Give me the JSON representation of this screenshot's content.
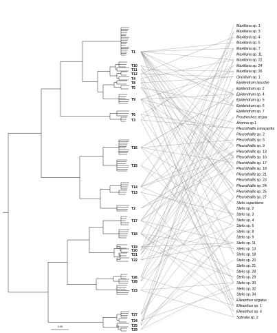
{
  "tree": {
    "node_labels": [
      "T1",
      "T10",
      "T11",
      "T12",
      "T4",
      "T8",
      "T5",
      "T9",
      "T6",
      "T3",
      "T16",
      "T15",
      "T14",
      "T13",
      "T2",
      "T17",
      "T18",
      "T19",
      "T20",
      "T21",
      "T22",
      "T26",
      "T28",
      "T23",
      "T27",
      "T24",
      "T25",
      "T29"
    ],
    "scale_label": "0.05"
  },
  "species": [
    {
      "genus": "Maxillaria",
      "epithet": "sp. 1"
    },
    {
      "genus": "Maxillaria",
      "epithet": "sp. 3"
    },
    {
      "genus": "Maxillaria",
      "epithet": "sp. 4"
    },
    {
      "genus": "Maxillaria",
      "epithet": "sp. 5"
    },
    {
      "genus": "Maxillaria",
      "epithet": "sp. 7"
    },
    {
      "genus": "Maxillaria",
      "epithet": "sp. 11"
    },
    {
      "genus": "Maxillaria",
      "epithet": "sp. 22"
    },
    {
      "genus": "Maxillaria",
      "epithet": "sp. 24"
    },
    {
      "genus": "Maxillaria",
      "epithet": "sp. 26"
    },
    {
      "genus": "Oncidium",
      "epithet": "sp. 1"
    },
    {
      "genus": "Epidendrum lacustre",
      "epithet": ""
    },
    {
      "genus": "Epidendrum",
      "epithet": "sp. 2"
    },
    {
      "genus": "Epidendrum",
      "epithet": "sp. 4"
    },
    {
      "genus": "Epidendrum",
      "epithet": "sp. 5"
    },
    {
      "genus": "Epidendrum",
      "epithet": "sp. 6"
    },
    {
      "genus": "Epidendrum",
      "epithet": "sp. 7"
    },
    {
      "genus": "Prosthechea vespa",
      "epithet": ""
    },
    {
      "genus": "Arionna",
      "epithet": "sp.1"
    },
    {
      "genus": "Pleurothallis conacardia",
      "epithet": ""
    },
    {
      "genus": "Pleurothallis",
      "epithet": "sp. 2"
    },
    {
      "genus": "Pleurothallis",
      "epithet": "sp. 5"
    },
    {
      "genus": "Pleurothallis",
      "epithet": "sp. 9"
    },
    {
      "genus": "Pleurothallis",
      "epithet": "sp. 13"
    },
    {
      "genus": "Pleurothallis",
      "epithet": "sp. 16"
    },
    {
      "genus": "Pleurothallis",
      "epithet": "sp. 17"
    },
    {
      "genus": "Pleurothallis",
      "epithet": "sp. 18"
    },
    {
      "genus": "Pleurothallis",
      "epithet": "sp. 21"
    },
    {
      "genus": "Pleurothallis",
      "epithet": "sp. 23"
    },
    {
      "genus": "Pleurothallis",
      "epithet": "sp. 24"
    },
    {
      "genus": "Pleurothallis",
      "epithet": "sp. 25"
    },
    {
      "genus": "Pleurothallis",
      "epithet": "sp. 27"
    },
    {
      "genus": "Stelis superbiens",
      "epithet": ""
    },
    {
      "genus": "Stelis",
      "epithet": "sp. 2"
    },
    {
      "genus": "Stelis",
      "epithet": "sp. 3"
    },
    {
      "genus": "Stelis",
      "epithet": "sp. 4"
    },
    {
      "genus": "Stelis",
      "epithet": "sp. 6"
    },
    {
      "genus": "Stelis",
      "epithet": "sp. 8"
    },
    {
      "genus": "Stelis",
      "epithet": "sp. 9"
    },
    {
      "genus": "Stelis",
      "epithet": "sp. 11"
    },
    {
      "genus": "Stelis",
      "epithet": "sp. 13"
    },
    {
      "genus": "Stelis",
      "epithet": "sp. 18"
    },
    {
      "genus": "Stelis",
      "epithet": "sp. 20"
    },
    {
      "genus": "Stelis",
      "epithet": "sp. 21"
    },
    {
      "genus": "Stelis",
      "epithet": "sp. 28"
    },
    {
      "genus": "Stelis",
      "epithet": "sp. 29"
    },
    {
      "genus": "Stelis",
      "epithet": "sp. 30"
    },
    {
      "genus": "Stelis",
      "epithet": "sp. 32"
    },
    {
      "genus": "Stelis",
      "epithet": "sp. 34"
    },
    {
      "genus": "Elleanthus virgatus",
      "epithet": ""
    },
    {
      "genus": "Elleanthus",
      "epithet": "sp. 1"
    },
    {
      "genus": "Elleanthus",
      "epithet": "sp. 4"
    },
    {
      "genus": "Sobralia",
      "epithet": "sp. 2"
    }
  ],
  "colors": {
    "tree": "#1a1a1a",
    "links": "#8a8a8a",
    "text": "#000000"
  }
}
